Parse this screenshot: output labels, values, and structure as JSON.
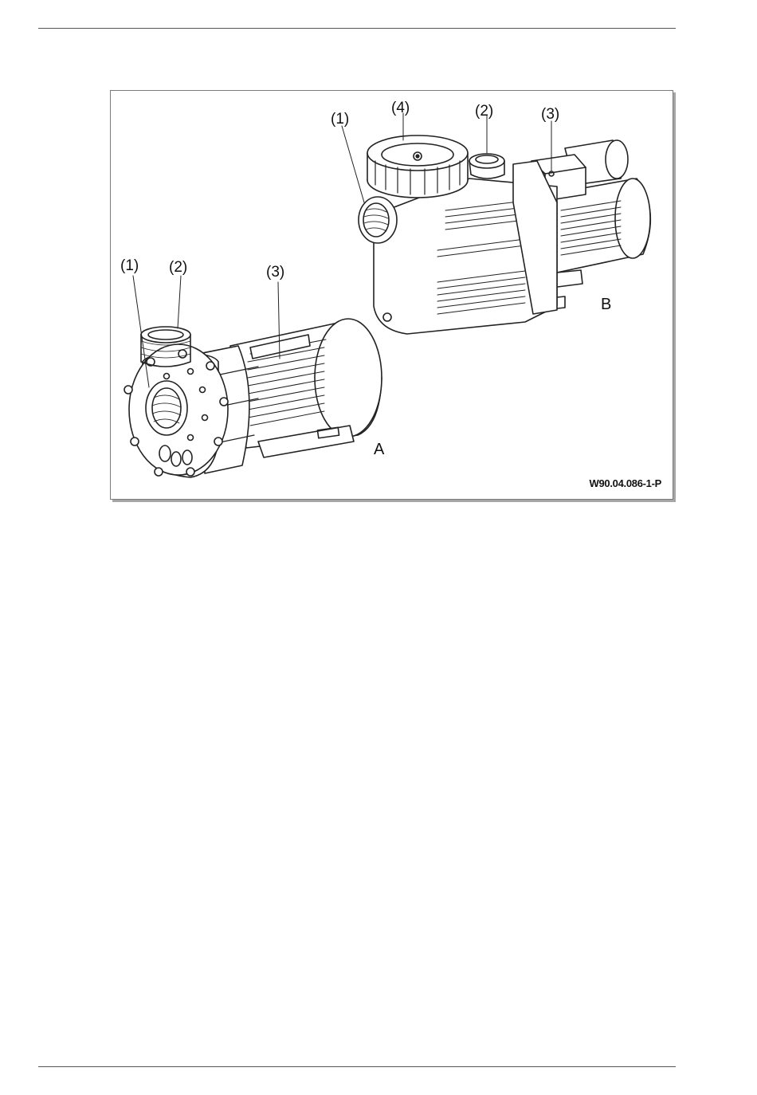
{
  "figure": {
    "pump_a": {
      "label": "A",
      "callouts": [
        "(1)",
        "(2)",
        "(3)"
      ]
    },
    "pump_b": {
      "label": "B",
      "callouts": [
        "(1)",
        "(4)",
        "(2)",
        "(3)"
      ]
    },
    "code": "W90.04.086-1-P"
  }
}
